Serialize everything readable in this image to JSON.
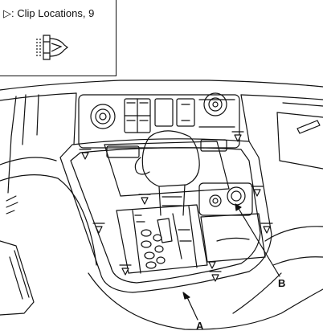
{
  "legend": {
    "symbol": "▷",
    "text": ": Clip Locations, 9",
    "icon": "clip-icon"
  },
  "callouts": {
    "a": "A",
    "b": "B"
  },
  "colors": {
    "line": "#111111",
    "background": "#ffffff"
  }
}
